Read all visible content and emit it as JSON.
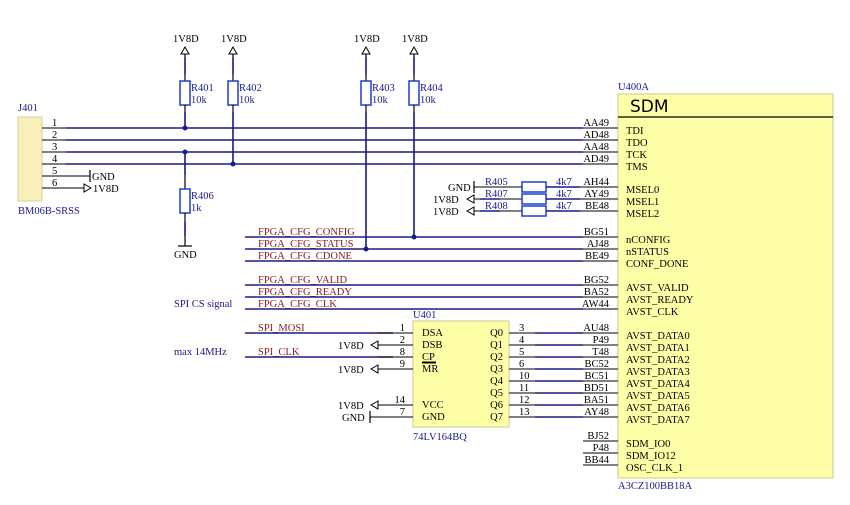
{
  "power": {
    "v18": "1V8D",
    "gnd": "GND"
  },
  "connector": {
    "ref": "J401",
    "part": "BM06B-SRSS",
    "pins": [
      "1",
      "2",
      "3",
      "4",
      "5",
      "6"
    ],
    "pin5_net": "GND",
    "pin6_net": "1V8D"
  },
  "resistors": {
    "r401": {
      "ref": "R401",
      "value": "10k"
    },
    "r402": {
      "ref": "R402",
      "value": "10k"
    },
    "r403": {
      "ref": "R403",
      "value": "10k"
    },
    "r404": {
      "ref": "R404",
      "value": "10k"
    },
    "r406": {
      "ref": "R406",
      "value": "1k"
    },
    "r405": {
      "ref": "R405",
      "value": "4k7",
      "net": "GND"
    },
    "r407": {
      "ref": "R407",
      "value": "4k7",
      "net": "1V8D"
    },
    "r408": {
      "ref": "R408",
      "value": "4k7",
      "net": "1V8D"
    }
  },
  "nets": {
    "cfg_config": "FPGA_CFG_CONFIG",
    "cfg_status": "FPGA_CFG_STATUS",
    "cfg_cdone": "FPGA_CFG_CDONE",
    "cfg_valid": "FPGA_CFG_VALID",
    "cfg_ready": "FPGA_CFG_READY",
    "cfg_clk": "FPGA_CFG_CLK",
    "spi_mosi": "SPI_MOSI",
    "spi_clk": "SPI_CLK"
  },
  "notes": {
    "spi_cs": "SPI CS signal",
    "max_freq": "max 14MHz"
  },
  "fpga": {
    "ref": "U400A",
    "title": "SDM",
    "part": "A3CZ100BB18A",
    "pins": [
      {
        "ball": "AA49",
        "name": "TDI"
      },
      {
        "ball": "AD48",
        "name": "TDO"
      },
      {
        "ball": "AA48",
        "name": "TCK"
      },
      {
        "ball": "AD49",
        "name": "TMS"
      },
      {
        "ball": "AH44",
        "name": "MSEL0"
      },
      {
        "ball": "AY49",
        "name": "MSEL1"
      },
      {
        "ball": "BE48",
        "name": "MSEL2"
      },
      {
        "ball": "BG51",
        "name": "nCONFIG"
      },
      {
        "ball": "AJ48",
        "name": "nSTATUS"
      },
      {
        "ball": "BE49",
        "name": "CONF_DONE"
      },
      {
        "ball": "BG52",
        "name": "AVST_VALID"
      },
      {
        "ball": "BA52",
        "name": "AVST_READY"
      },
      {
        "ball": "AW44",
        "name": "AVST_CLK"
      },
      {
        "ball": "AU48",
        "name": "AVST_DATA0"
      },
      {
        "ball": "P49",
        "name": "AVST_DATA1"
      },
      {
        "ball": "T48",
        "name": "AVST_DATA2"
      },
      {
        "ball": "BC52",
        "name": "AVST_DATA3"
      },
      {
        "ball": "BC51",
        "name": "AVST_DATA4"
      },
      {
        "ball": "BD51",
        "name": "AVST_DATA5"
      },
      {
        "ball": "BA51",
        "name": "AVST_DATA6"
      },
      {
        "ball": "AY48",
        "name": "AVST_DATA7"
      },
      {
        "ball": "BJ52",
        "name": "SDM_IO0"
      },
      {
        "ball": "P48",
        "name": "SDM_IO12"
      },
      {
        "ball": "BB44",
        "name": "OSC_CLK_1"
      }
    ]
  },
  "shift_register": {
    "ref": "U401",
    "part": "74LV164BQ",
    "left_pins": [
      {
        "num": "1",
        "name": "DSA"
      },
      {
        "num": "2",
        "name": "DSB"
      },
      {
        "num": "8",
        "name": "CP"
      },
      {
        "num": "9",
        "name": "MR"
      },
      {
        "num": "14",
        "name": "VCC"
      },
      {
        "num": "7",
        "name": "GND"
      }
    ],
    "right_pins": [
      {
        "num": "3",
        "name": "Q0"
      },
      {
        "num": "4",
        "name": "Q1"
      },
      {
        "num": "5",
        "name": "Q2"
      },
      {
        "num": "6",
        "name": "Q3"
      },
      {
        "num": "10",
        "name": "Q4"
      },
      {
        "num": "11",
        "name": "Q5"
      },
      {
        "num": "12",
        "name": "Q6"
      },
      {
        "num": "13",
        "name": "Q7"
      }
    ]
  }
}
